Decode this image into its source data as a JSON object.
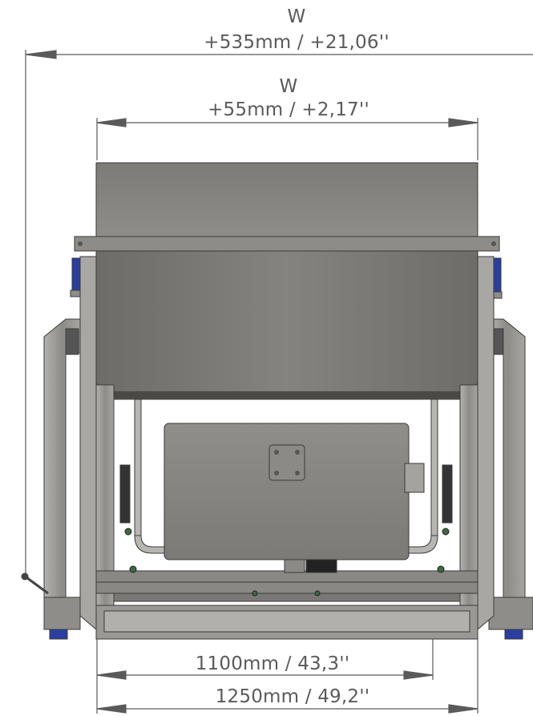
{
  "dimensions": {
    "outer_width": {
      "label": "W",
      "value": "+535mm / +21,06''"
    },
    "inner_width": {
      "label": "W",
      "value": "+55mm / +2,17''"
    },
    "frame_width": {
      "value": "1100mm / 43,3''"
    },
    "base_width": {
      "value": "1250mm / 49,2''"
    }
  },
  "colors": {
    "steel": "#8a8884",
    "steel_dark": "#5f5d5a",
    "frame": "#9a9894",
    "accent_blue": "#2a3ea0",
    "line": "#3a3a3a"
  }
}
